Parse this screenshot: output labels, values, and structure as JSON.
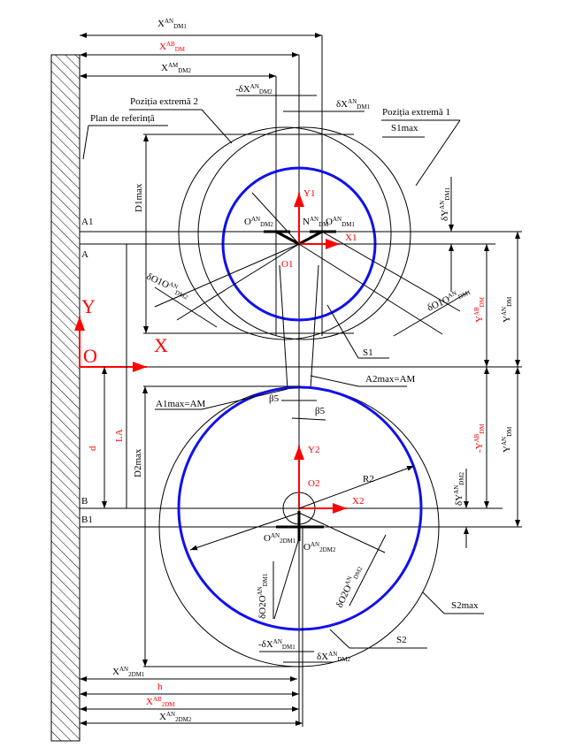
{
  "labels": {
    "x_dm1": {
      "main": "X",
      "sup": "AN",
      "sub": "DM1"
    },
    "x_dm_red": {
      "main": "X",
      "sup": "AB",
      "sub": "DM"
    },
    "x_dm2_top": {
      "main": "X",
      "sup": "AM",
      "sub": "DM2"
    },
    "neg_dx_dm2": {
      "main": "-δX",
      "sup": "AN",
      "sub": "DM2"
    },
    "dx_dm1": {
      "main": "δX",
      "sup": "AN",
      "sub": "DM1"
    },
    "pozitia2": "Poziția extremă 2",
    "pozitia1": "Poziția extremă 1",
    "s1max": "S1max",
    "plan": "Plan de referință",
    "d1max": "D1max",
    "a1": "A1",
    "a": "A",
    "o_dm2": {
      "main": "O",
      "sup": "AN",
      "sub": "DM2"
    },
    "n_dm": {
      "main": "N",
      "sup": "AN",
      "sub": "DM"
    },
    "o_dm1": {
      "main": "O",
      "sup": "AN",
      "sub": "DM1"
    },
    "y1": "Y1",
    "x1": "X1",
    "o1": "O1",
    "do1": {
      "main": "δO1O",
      "sup": "AN",
      "sub": "DM2"
    },
    "do1r": {
      "main": "δO1O",
      "sup": "AN",
      "sub": "DM1"
    },
    "dy_dm1": {
      "main": "δY",
      "sup": "AN",
      "sub": "DM1"
    },
    "y_dm_red": {
      "main": "Y",
      "sup": "AB",
      "sub": "DM"
    },
    "y_dm": {
      "main": "Y",
      "sup": "AN",
      "sub": "DM"
    },
    "s1": "S1",
    "axis_y": "Y",
    "axis_x": "X",
    "axis_o": "O",
    "a1max": "A1max=AM",
    "a2max": "A2max=AM",
    "beta5a": "β5",
    "beta5b": "β5",
    "la": "LA",
    "d": "d",
    "d2max": "D2max",
    "y2": "Y2",
    "o2": "O2",
    "x2": "X2",
    "r2": "R2",
    "b": "B",
    "b1": "B1",
    "neg_y_dm_red": {
      "main": "-Y",
      "sup": "AB",
      "sub": "DM"
    },
    "y_dm_b": {
      "main": "Y",
      "sup": "AN",
      "sub": "DM"
    },
    "dy_dm2": {
      "main": "δY",
      "sup": "AN",
      "sub": "DM2"
    },
    "o_bot1": {
      "main": "O",
      "sup": "AN",
      "sub": "2DM1"
    },
    "o_bot2": {
      "main": "O",
      "sup": "AN",
      "sub": "2DM2"
    },
    "do2a": {
      "main": "δO2O",
      "sup": "AN",
      "sub": "DM1"
    },
    "do2b": {
      "main": "δO2O",
      "sup": "AN",
      "sub": "DM2"
    },
    "s2max": "S2max",
    "s2": "S2",
    "neg_dx_b": {
      "main": "-δX",
      "sup": "AN",
      "sub": "DM1"
    },
    "dx_b": {
      "main": "δX",
      "sup": "AN",
      "sub": "DM2"
    },
    "x_bot1": {
      "main": "X",
      "sup": "AN",
      "sub": "2DM1"
    },
    "h": "h",
    "x_bot_red": {
      "main": "X",
      "sup": "AB",
      "sub": "2DM"
    },
    "x_bot2": {
      "main": "X",
      "sup": "AN",
      "sub": "2DM2"
    }
  },
  "colors": {
    "axis": "#ff0000",
    "circle": "#1010f0",
    "line": "#000000"
  }
}
